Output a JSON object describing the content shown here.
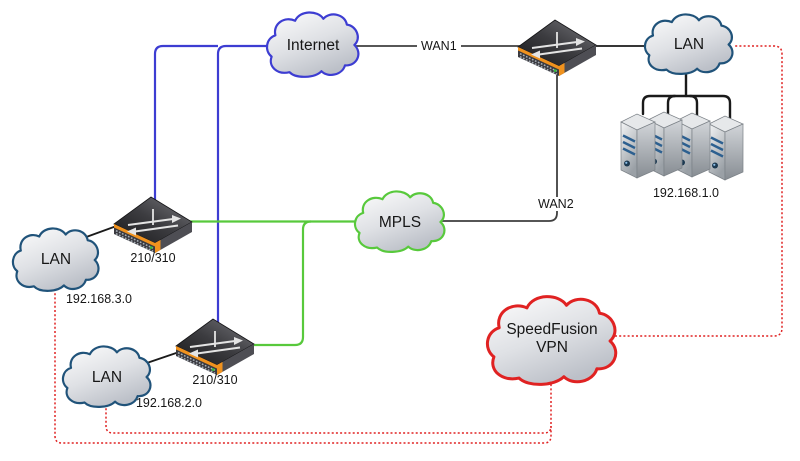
{
  "colors": {
    "blue": "#3d3dd2",
    "navy": "#20537a",
    "green": "#58c93c",
    "red": "#e02222",
    "gray_line": "#3f3f3f",
    "black_line": "#1a1a1a",
    "orange": "#f0921e"
  },
  "clouds": {
    "internet": {
      "label": "Internet"
    },
    "lan_hq": {
      "label": "LAN"
    },
    "mpls": {
      "label": "MPLS"
    },
    "lan_branch_a": {
      "label": "LAN"
    },
    "lan_branch_b": {
      "label": "LAN"
    },
    "speedfusion": {
      "label_line1": "SpeedFusion",
      "label_line2": "VPN"
    }
  },
  "links": {
    "wan1": "WAN1",
    "wan2": "WAN2"
  },
  "subnets": {
    "hq": "192.168.1.0",
    "branch_a": "192.168.3.0",
    "branch_b": "192.168.2.0"
  },
  "devices": {
    "router_branch_a": "210/310",
    "router_branch_b": "210/310"
  }
}
